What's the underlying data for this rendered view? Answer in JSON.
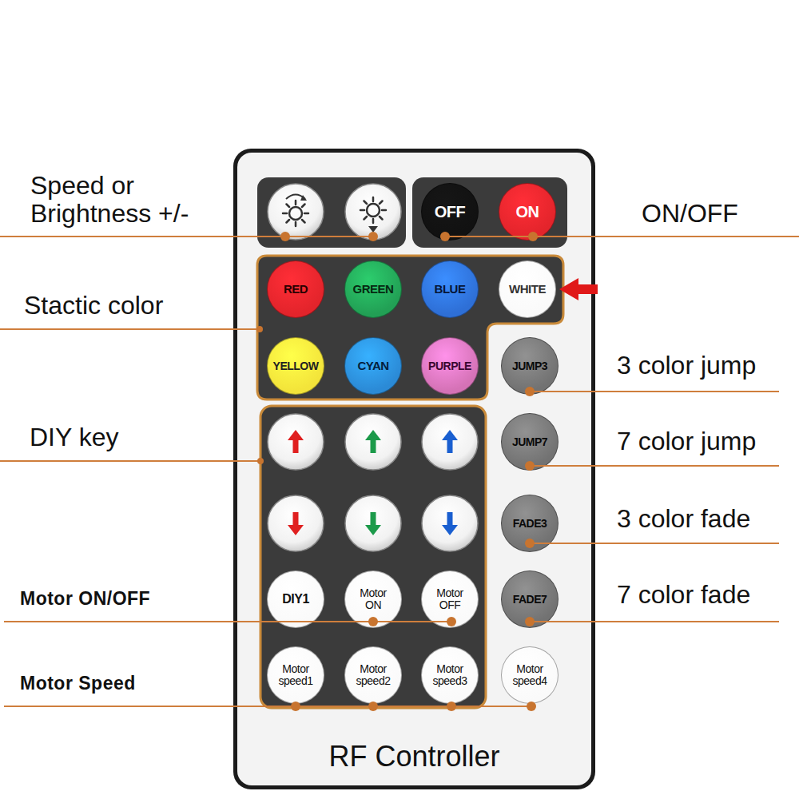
{
  "diagram": {
    "nodes": [
      {
        "text": [
          "RF Controller"
        ]
      },
      {
        "text": [
          "OFF"
        ],
        "in": 0
      },
      {
        "text": [
          "ON"
        ],
        "in": 0
      },
      {
        "text": [
          "RED"
        ],
        "in": 0
      },
      {
        "text": [
          "GREEN"
        ],
        "in": 0
      },
      {
        "text": [
          "BLUE"
        ],
        "in": 0
      },
      {
        "text": [
          "WHITE"
        ],
        "in": 0
      },
      {
        "text": [
          "YELLOW"
        ],
        "in": 0
      },
      {
        "text": [
          "CYAN"
        ],
        "in": 0
      },
      {
        "text": [
          "PURPLE"
        ],
        "in": 0
      },
      {
        "text": [
          "JUMP3"
        ],
        "in": 0
      },
      {
        "text": [
          "JUMP7"
        ],
        "in": 0
      },
      {
        "text": [
          "FADE3"
        ],
        "in": 0
      },
      {
        "text": [
          "DIY1"
        ],
        "in": 0
      },
      {
        "text": [
          "Motor ON"
        ],
        "in": 0
      },
      {
        "text": [
          "Motor OFF"
        ],
        "in": 0
      },
      {
        "text": [
          "FADE7"
        ],
        "in": 0
      },
      {
        "text": [
          "Motor speed1"
        ],
        "in": 0
      },
      {
        "text": [
          "Motor speed2"
        ],
        "in": 0
      },
      {
        "text": [
          "Motor speed3"
        ],
        "in": 0
      },
      {
        "text": [
          "Motor speed4"
        ],
        "in": 0
      }
    ],
    "labels": [
      "Speed or Brightness +/-",
      "ON/OFF",
      "Stactic color",
      "3 color jump",
      "DIY key",
      "7 color jump",
      "3 color fade",
      "Motor ON/OFF",
      "7 color fade",
      "Motor Speed"
    ]
  }
}
